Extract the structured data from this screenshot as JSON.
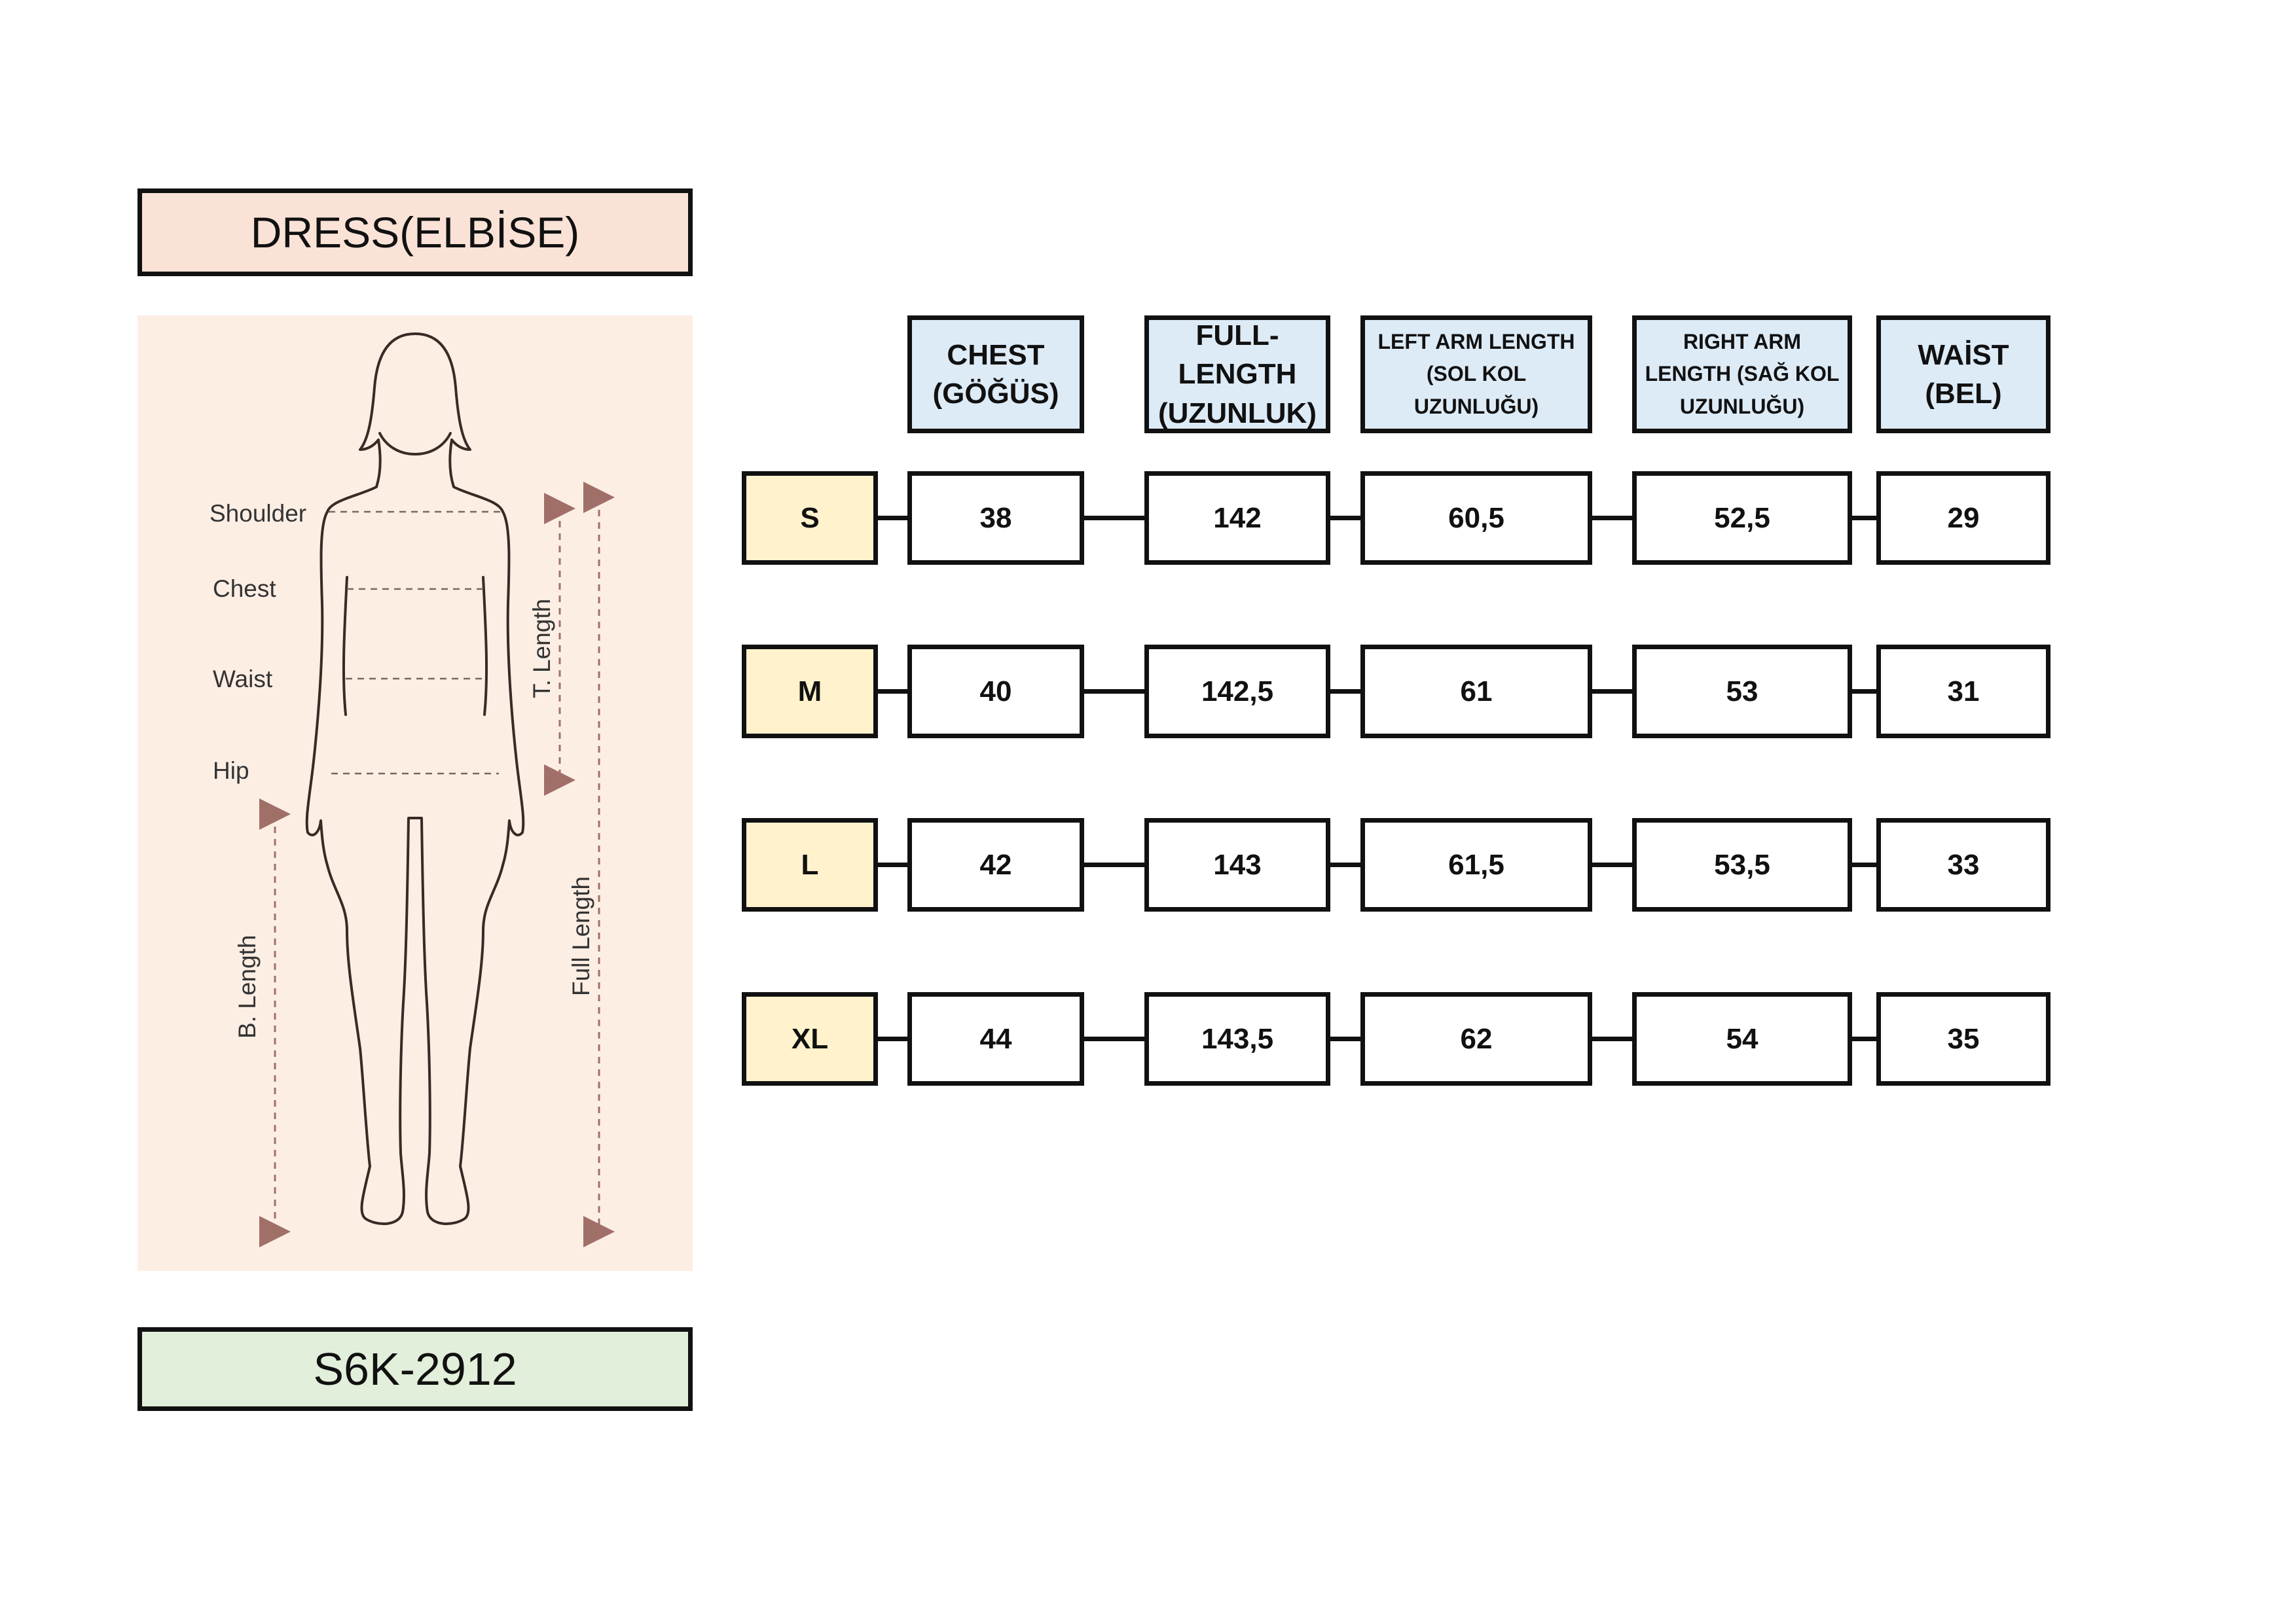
{
  "title": "DRESS(ELBİSE)",
  "product_code": "S6K-2912",
  "figure": {
    "labels": {
      "shoulder": "Shoulder",
      "chest": "Chest",
      "waist": "Waist",
      "hip": "Hip",
      "t_length": "T. Length",
      "full_length": "Full Length",
      "b_length": "B. Length"
    }
  },
  "table": {
    "headers": [
      {
        "line1": "CHEST",
        "line2": "(GÖĞÜS)",
        "line3": ""
      },
      {
        "line1": "FULL-",
        "line2": "LENGTH",
        "line3": "(UZUNLUK)"
      },
      {
        "line1": "LEFT ARM LENGTH",
        "line2": "(SOL KOL",
        "line3": "UZUNLUĞU)"
      },
      {
        "line1": "RIGHT ARM",
        "line2": "LENGTH (SAĞ KOL",
        "line3": "UZUNLUĞU)"
      },
      {
        "line1": "WAİST",
        "line2": "(BEL)",
        "line3": ""
      }
    ],
    "rows": [
      {
        "size": "S",
        "values": [
          "38",
          "142",
          "60,5",
          "52,5",
          "29"
        ]
      },
      {
        "size": "M",
        "values": [
          "40",
          "142,5",
          "61",
          "53",
          "31"
        ]
      },
      {
        "size": "L",
        "values": [
          "42",
          "143",
          "61,5",
          "53,5",
          "33"
        ]
      },
      {
        "size": "XL",
        "values": [
          "44",
          "143,5",
          "62",
          "54",
          "35"
        ]
      }
    ]
  }
}
